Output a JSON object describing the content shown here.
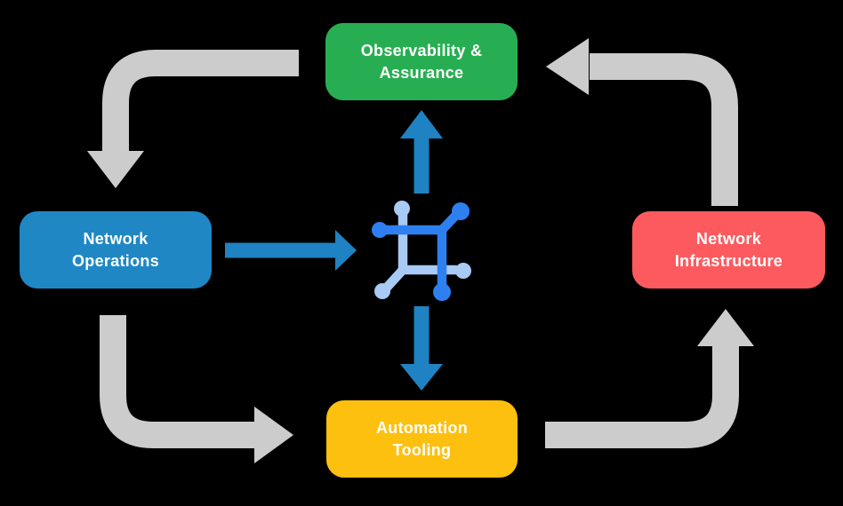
{
  "diagram": {
    "title": "network automation lifecycle diagram",
    "nodes": [
      {
        "id": "observability",
        "label": "Observability &\nAssurance",
        "color": "#28ae52",
        "position": "top-center"
      },
      {
        "id": "operations",
        "label": "Network\nOperations",
        "color": "#1f87c4",
        "position": "middle-left"
      },
      {
        "id": "infrastructure",
        "label": "Network\nInfrastructure",
        "color": "#fd5a5f",
        "position": "middle-right"
      },
      {
        "id": "tooling",
        "label": "Automation\nTooling",
        "color": "#fec00f",
        "position": "bottom-center"
      }
    ],
    "center_icon": "network-mesh-icon",
    "edges": [
      {
        "from": "Observability & Assurance",
        "to": "Network Operations",
        "style": "gray-elbow",
        "direction": "down"
      },
      {
        "from": "Network Operations",
        "to": "Automation Tooling",
        "style": "gray-elbow",
        "direction": "right"
      },
      {
        "from": "Automation Tooling",
        "to": "Network Infrastructure",
        "style": "gray-elbow",
        "direction": "up"
      },
      {
        "from": "Network Infrastructure",
        "to": "Observability & Assurance",
        "style": "gray-elbow",
        "direction": "left"
      },
      {
        "from": "Network Operations",
        "to": "center-icon",
        "style": "blue-straight",
        "direction": "right"
      },
      {
        "from": "center-icon",
        "to": "Observability & Assurance",
        "style": "blue-straight",
        "direction": "up"
      },
      {
        "from": "center-icon",
        "to": "Automation Tooling",
        "style": "blue-straight",
        "direction": "down"
      }
    ]
  },
  "colors": {
    "bg": "#000000",
    "node-green": "#28ae52",
    "node-blue": "#1f87c4",
    "node-red": "#fd5a5f",
    "node-yellow": "#fec00f",
    "arrow-gray": "#cccccc",
    "arrow-blue": "#1f82c2",
    "icon-dark": "#2e80f0",
    "icon-light": "#a8caf4",
    "node-text": "#ffffff"
  }
}
